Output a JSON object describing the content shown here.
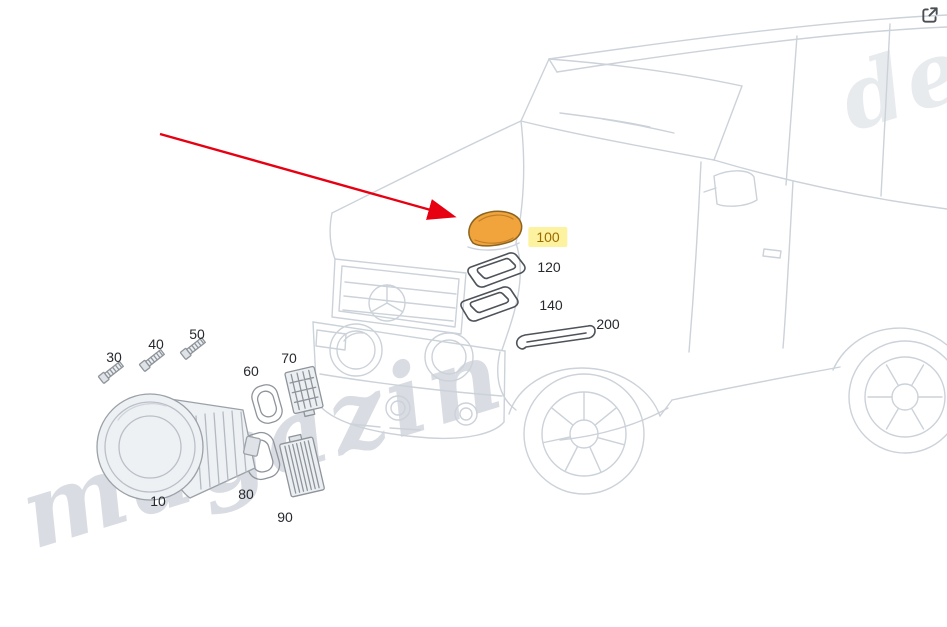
{
  "watermark": {
    "text": "magazin",
    "tail": "de",
    "color": "#b9c0ca"
  },
  "arrow": {
    "color": "#e60012"
  },
  "highlight": {
    "label_bg": "#fcf2a0",
    "label_text": "#9a6b00",
    "part_fill": "#f1a33c",
    "part_stroke": "#8a6420"
  },
  "icons": {
    "top_right": "external-link-icon"
  },
  "parts": [
    {
      "label": "30",
      "highlighted": false
    },
    {
      "label": "40",
      "highlighted": false
    },
    {
      "label": "50",
      "highlighted": false
    },
    {
      "label": "60",
      "highlighted": false
    },
    {
      "label": "70",
      "highlighted": false
    },
    {
      "label": "80",
      "highlighted": false
    },
    {
      "label": "90",
      "highlighted": false
    },
    {
      "label": "10",
      "highlighted": false
    },
    {
      "label": "100",
      "highlighted": true
    },
    {
      "label": "120",
      "highlighted": false
    },
    {
      "label": "140",
      "highlighted": false
    },
    {
      "label": "200",
      "highlighted": false
    }
  ]
}
